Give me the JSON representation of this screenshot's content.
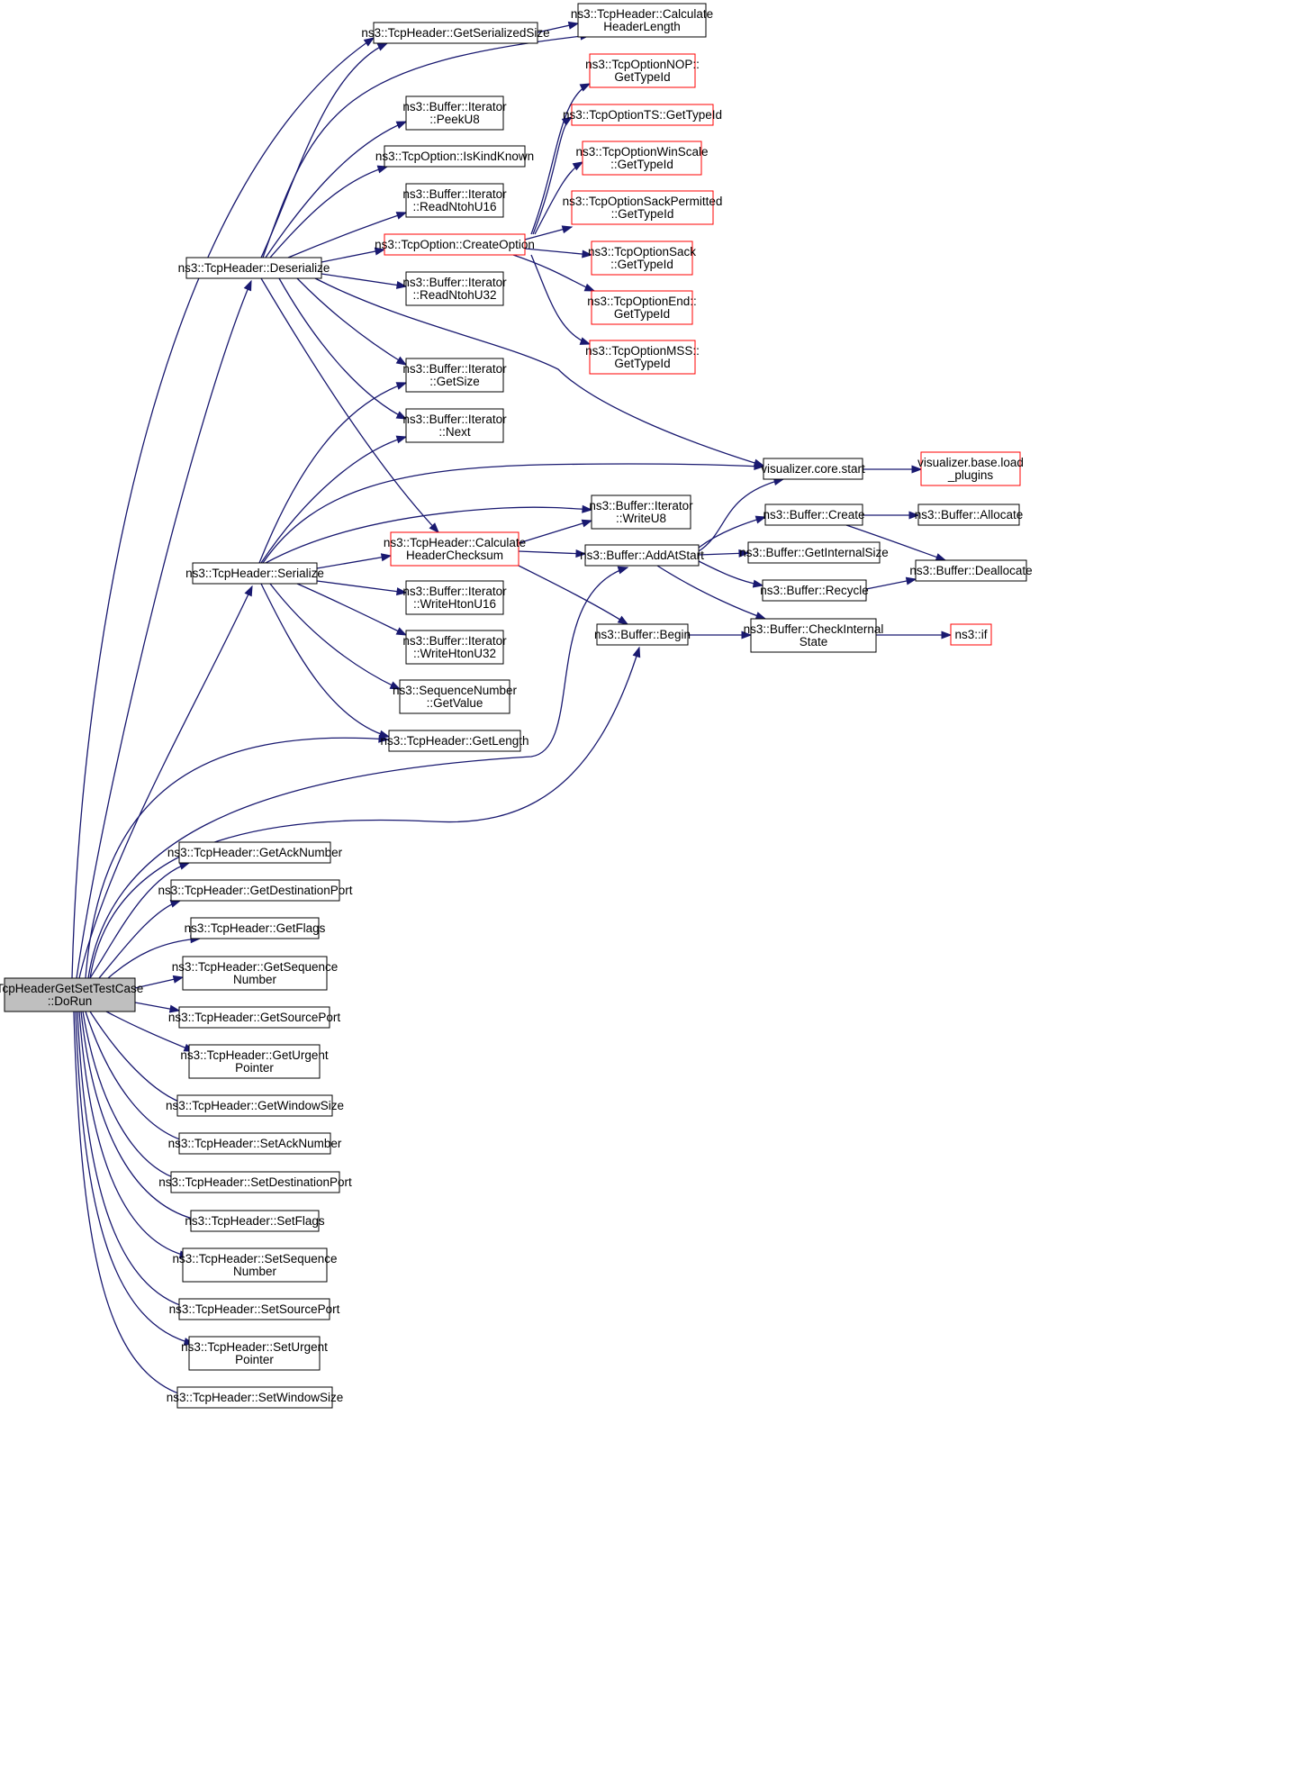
{
  "colors": {
    "edge": "#191970",
    "border_normal": "#000000",
    "border_truncated": "#ff0000",
    "root_fill": "#bfbfbf",
    "node_fill": "#ffffff"
  },
  "nodes": [
    {
      "id": "root",
      "lines": [
        "TcpHeaderGetSetTestCase",
        "::DoRun"
      ],
      "style": "root"
    },
    {
      "id": "getSerializedSize",
      "lines": [
        "ns3::TcpHeader::GetSerializedSize"
      ],
      "style": "normal"
    },
    {
      "id": "calcHeaderLength",
      "lines": [
        "ns3::TcpHeader::Calculate",
        "HeaderLength"
      ],
      "style": "normal"
    },
    {
      "id": "peekU8",
      "lines": [
        "ns3::Buffer::Iterator",
        "::PeekU8"
      ],
      "style": "normal"
    },
    {
      "id": "isKindKnown",
      "lines": [
        "ns3::TcpOption::IsKindKnown"
      ],
      "style": "normal"
    },
    {
      "id": "readNtohU16",
      "lines": [
        "ns3::Buffer::Iterator",
        "::ReadNtohU16"
      ],
      "style": "normal"
    },
    {
      "id": "createOption",
      "lines": [
        "ns3::TcpOption::CreateOption"
      ],
      "style": "truncated"
    },
    {
      "id": "readNtohU32",
      "lines": [
        "ns3::Buffer::Iterator",
        "::ReadNtohU32"
      ],
      "style": "normal"
    },
    {
      "id": "deserialize",
      "lines": [
        "ns3::TcpHeader::Deserialize"
      ],
      "style": "normal"
    },
    {
      "id": "nopTypeId",
      "lines": [
        "ns3::TcpOptionNOP::",
        "GetTypeId"
      ],
      "style": "truncated"
    },
    {
      "id": "tsTypeId",
      "lines": [
        "ns3::TcpOptionTS::GetTypeId"
      ],
      "style": "truncated"
    },
    {
      "id": "winScaleTypeId",
      "lines": [
        "ns3::TcpOptionWinScale",
        "::GetTypeId"
      ],
      "style": "truncated"
    },
    {
      "id": "sackPermTypeId",
      "lines": [
        "ns3::TcpOptionSackPermitted",
        "::GetTypeId"
      ],
      "style": "truncated"
    },
    {
      "id": "sackTypeId",
      "lines": [
        "ns3::TcpOptionSack",
        "::GetTypeId"
      ],
      "style": "truncated"
    },
    {
      "id": "endTypeId",
      "lines": [
        "ns3::TcpOptionEnd::",
        "GetTypeId"
      ],
      "style": "truncated"
    },
    {
      "id": "mssTypeId",
      "lines": [
        "ns3::TcpOptionMSS::",
        "GetTypeId"
      ],
      "style": "truncated"
    },
    {
      "id": "getSize",
      "lines": [
        "ns3::Buffer::Iterator",
        "::GetSize"
      ],
      "style": "normal"
    },
    {
      "id": "next",
      "lines": [
        "ns3::Buffer::Iterator",
        "::Next"
      ],
      "style": "normal"
    },
    {
      "id": "vizStart",
      "lines": [
        "visualizer.core.start"
      ],
      "style": "normal"
    },
    {
      "id": "vizLoadPlugins",
      "lines": [
        "visualizer.base.load",
        "_plugins"
      ],
      "style": "truncated"
    },
    {
      "id": "writeU8",
      "lines": [
        "ns3::Buffer::Iterator",
        "::WriteU8"
      ],
      "style": "normal"
    },
    {
      "id": "calcChecksum",
      "lines": [
        "ns3::TcpHeader::Calculate",
        "HeaderChecksum"
      ],
      "style": "truncated"
    },
    {
      "id": "serialize",
      "lines": [
        "ns3::TcpHeader::Serialize"
      ],
      "style": "normal"
    },
    {
      "id": "addAtStart",
      "lines": [
        "ns3::Buffer::AddAtStart"
      ],
      "style": "normal"
    },
    {
      "id": "bufCreate",
      "lines": [
        "ns3::Buffer::Create"
      ],
      "style": "normal"
    },
    {
      "id": "bufAllocate",
      "lines": [
        "ns3::Buffer::Allocate"
      ],
      "style": "normal"
    },
    {
      "id": "getInternalSize",
      "lines": [
        "ns3::Buffer::GetInternalSize"
      ],
      "style": "normal"
    },
    {
      "id": "deallocate",
      "lines": [
        "ns3::Buffer::Deallocate"
      ],
      "style": "normal"
    },
    {
      "id": "recycle",
      "lines": [
        "ns3::Buffer::Recycle"
      ],
      "style": "normal"
    },
    {
      "id": "writeHtonU16",
      "lines": [
        "ns3::Buffer::Iterator",
        "::WriteHtonU16"
      ],
      "style": "normal"
    },
    {
      "id": "begin",
      "lines": [
        "ns3::Buffer::Begin"
      ],
      "style": "normal"
    },
    {
      "id": "checkInternalState",
      "lines": [
        "ns3::Buffer::CheckInternal",
        "State"
      ],
      "style": "normal"
    },
    {
      "id": "nsIf",
      "lines": [
        "ns3::if"
      ],
      "style": "truncated"
    },
    {
      "id": "writeHtonU32",
      "lines": [
        "ns3::Buffer::Iterator",
        "::WriteHtonU32"
      ],
      "style": "normal"
    },
    {
      "id": "seqGetValue",
      "lines": [
        "ns3::SequenceNumber",
        "::GetValue"
      ],
      "style": "normal"
    },
    {
      "id": "getLength",
      "lines": [
        "ns3::TcpHeader::GetLength"
      ],
      "style": "normal"
    },
    {
      "id": "getAckNumber",
      "lines": [
        "ns3::TcpHeader::GetAckNumber"
      ],
      "style": "normal"
    },
    {
      "id": "getDestPort",
      "lines": [
        "ns3::TcpHeader::GetDestinationPort"
      ],
      "style": "normal"
    },
    {
      "id": "getFlags",
      "lines": [
        "ns3::TcpHeader::GetFlags"
      ],
      "style": "normal"
    },
    {
      "id": "getSeqNumber",
      "lines": [
        "ns3::TcpHeader::GetSequence",
        "Number"
      ],
      "style": "normal"
    },
    {
      "id": "getSourcePort",
      "lines": [
        "ns3::TcpHeader::GetSourcePort"
      ],
      "style": "normal"
    },
    {
      "id": "getUrgentPointer",
      "lines": [
        "ns3::TcpHeader::GetUrgent",
        "Pointer"
      ],
      "style": "normal"
    },
    {
      "id": "getWindowSize",
      "lines": [
        "ns3::TcpHeader::GetWindowSize"
      ],
      "style": "normal"
    },
    {
      "id": "setAckNumber",
      "lines": [
        "ns3::TcpHeader::SetAckNumber"
      ],
      "style": "normal"
    },
    {
      "id": "setDestPort",
      "lines": [
        "ns3::TcpHeader::SetDestinationPort"
      ],
      "style": "normal"
    },
    {
      "id": "setFlags",
      "lines": [
        "ns3::TcpHeader::SetFlags"
      ],
      "style": "normal"
    },
    {
      "id": "setSeqNumber",
      "lines": [
        "ns3::TcpHeader::SetSequence",
        "Number"
      ],
      "style": "normal"
    },
    {
      "id": "setSourcePort",
      "lines": [
        "ns3::TcpHeader::SetSourcePort"
      ],
      "style": "normal"
    },
    {
      "id": "setUrgentPointer",
      "lines": [
        "ns3::TcpHeader::SetUrgent",
        "Pointer"
      ],
      "style": "normal"
    },
    {
      "id": "setWindowSize",
      "lines": [
        "ns3::TcpHeader::SetWindowSize"
      ],
      "style": "normal"
    }
  ],
  "edges": [
    [
      "root",
      "getSerializedSize"
    ],
    [
      "root",
      "deserialize"
    ],
    [
      "root",
      "serialize"
    ],
    [
      "root",
      "getLength"
    ],
    [
      "root",
      "addAtStart"
    ],
    [
      "root",
      "begin"
    ],
    [
      "root",
      "getAckNumber"
    ],
    [
      "root",
      "getDestPort"
    ],
    [
      "root",
      "getFlags"
    ],
    [
      "root",
      "getSeqNumber"
    ],
    [
      "root",
      "getSourcePort"
    ],
    [
      "root",
      "getUrgentPointer"
    ],
    [
      "root",
      "getWindowSize"
    ],
    [
      "root",
      "setAckNumber"
    ],
    [
      "root",
      "setDestPort"
    ],
    [
      "root",
      "setFlags"
    ],
    [
      "root",
      "setSeqNumber"
    ],
    [
      "root",
      "setSourcePort"
    ],
    [
      "root",
      "setUrgentPointer"
    ],
    [
      "root",
      "setWindowSize"
    ],
    [
      "getSerializedSize",
      "calcHeaderLength"
    ],
    [
      "deserialize",
      "getSerializedSize"
    ],
    [
      "deserialize",
      "calcHeaderLength"
    ],
    [
      "deserialize",
      "peekU8"
    ],
    [
      "deserialize",
      "isKindKnown"
    ],
    [
      "deserialize",
      "readNtohU16"
    ],
    [
      "deserialize",
      "createOption"
    ],
    [
      "deserialize",
      "readNtohU32"
    ],
    [
      "deserialize",
      "getSize"
    ],
    [
      "deserialize",
      "next"
    ],
    [
      "deserialize",
      "vizStart"
    ],
    [
      "deserialize",
      "calcChecksum"
    ],
    [
      "createOption",
      "nopTypeId"
    ],
    [
      "createOption",
      "tsTypeId"
    ],
    [
      "createOption",
      "winScaleTypeId"
    ],
    [
      "createOption",
      "sackPermTypeId"
    ],
    [
      "createOption",
      "sackTypeId"
    ],
    [
      "createOption",
      "endTypeId"
    ],
    [
      "createOption",
      "mssTypeId"
    ],
    [
      "serialize",
      "getSize"
    ],
    [
      "serialize",
      "next"
    ],
    [
      "serialize",
      "vizStart"
    ],
    [
      "serialize",
      "writeU8"
    ],
    [
      "serialize",
      "calcChecksum"
    ],
    [
      "serialize",
      "writeHtonU16"
    ],
    [
      "serialize",
      "writeHtonU32"
    ],
    [
      "serialize",
      "seqGetValue"
    ],
    [
      "serialize",
      "getLength"
    ],
    [
      "calcChecksum",
      "writeU8"
    ],
    [
      "calcChecksum",
      "addAtStart"
    ],
    [
      "calcChecksum",
      "begin"
    ],
    [
      "addAtStart",
      "vizStart"
    ],
    [
      "addAtStart",
      "bufCreate"
    ],
    [
      "addAtStart",
      "getInternalSize"
    ],
    [
      "addAtStart",
      "recycle"
    ],
    [
      "addAtStart",
      "checkInternalState"
    ],
    [
      "vizStart",
      "vizLoadPlugins"
    ],
    [
      "bufCreate",
      "bufAllocate"
    ],
    [
      "bufCreate",
      "deallocate"
    ],
    [
      "recycle",
      "deallocate"
    ],
    [
      "begin",
      "checkInternalState"
    ],
    [
      "checkInternalState",
      "nsIf"
    ]
  ]
}
